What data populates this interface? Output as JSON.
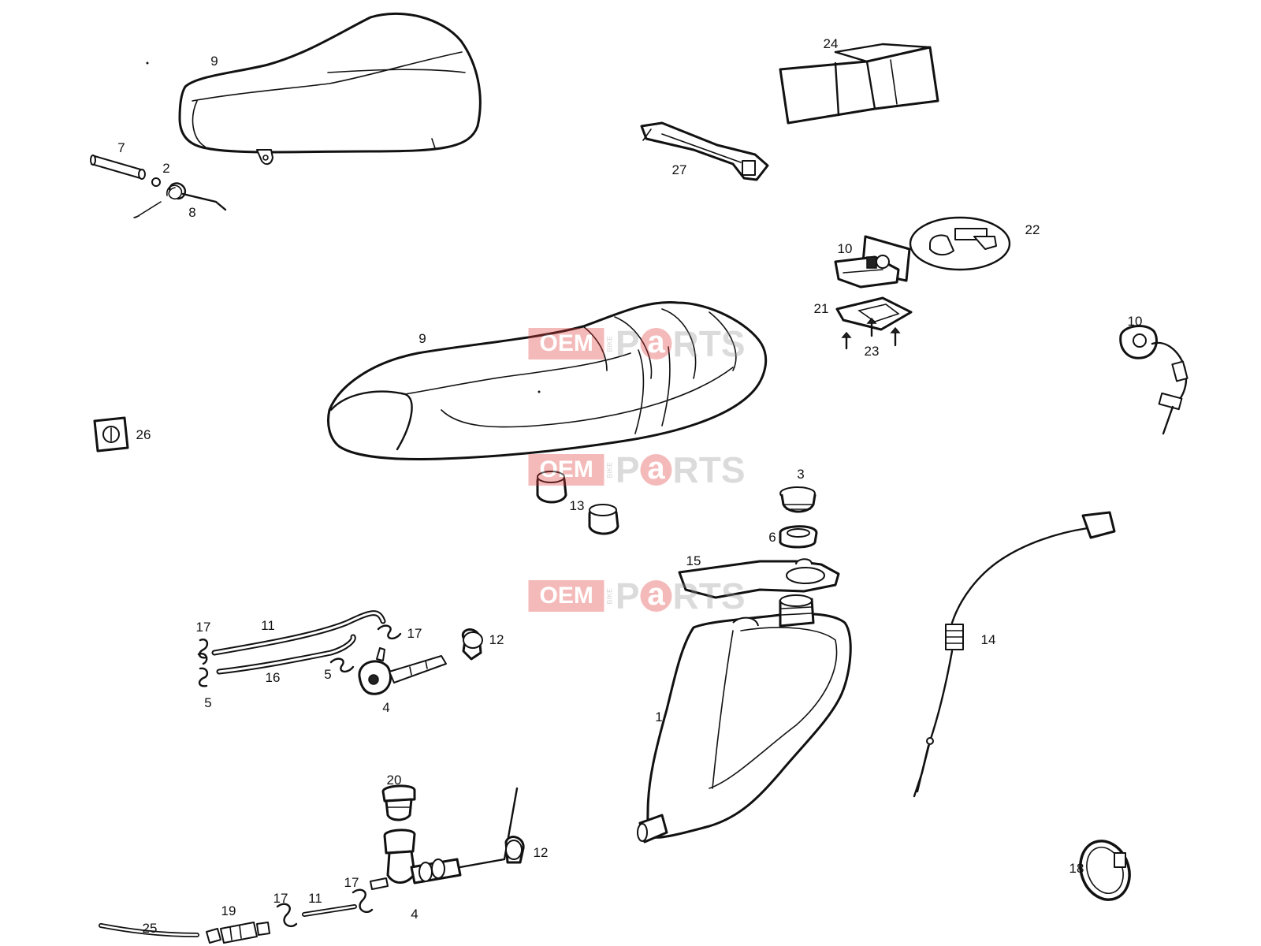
{
  "watermark": {
    "oem": "OEM",
    "bike": "BIKE",
    "p": "P",
    "a": "a",
    "rts": "RTS"
  },
  "callouts": [
    {
      "id": "seat-top",
      "text": "9"
    },
    {
      "id": "pin",
      "text": "7"
    },
    {
      "id": "washer",
      "text": "2"
    },
    {
      "id": "spring",
      "text": "8"
    },
    {
      "id": "battery",
      "text": "24"
    },
    {
      "id": "battery-strap",
      "text": "27"
    },
    {
      "id": "lock",
      "text": "10"
    },
    {
      "id": "key-set",
      "text": "22"
    },
    {
      "id": "lock-plate",
      "text": "21"
    },
    {
      "id": "screws",
      "text": "23"
    },
    {
      "id": "ignition-switch",
      "text": "10"
    },
    {
      "id": "seat-main",
      "text": "9"
    },
    {
      "id": "cover-plug",
      "text": "26"
    },
    {
      "id": "fuel-cap",
      "text": "3"
    },
    {
      "id": "rubber-buffers",
      "text": "13"
    },
    {
      "id": "ring-nut",
      "text": "6"
    },
    {
      "id": "tank-gasket",
      "text": "15"
    },
    {
      "id": "clip-left",
      "text": "17"
    },
    {
      "id": "hose-upper",
      "text": "11"
    },
    {
      "id": "clip-right",
      "text": "17"
    },
    {
      "id": "clamp-upper",
      "text": "12"
    },
    {
      "id": "hose-16",
      "text": "16"
    },
    {
      "id": "clip-mid",
      "text": "5"
    },
    {
      "id": "clip-lower-left",
      "text": "5"
    },
    {
      "id": "fuel-tap-upper",
      "text": "4"
    },
    {
      "id": "fuel-tank",
      "text": "1"
    },
    {
      "id": "level-sensor",
      "text": "14"
    },
    {
      "id": "filter-cap",
      "text": "20"
    },
    {
      "id": "clamp-lower",
      "text": "12"
    },
    {
      "id": "clip-a",
      "text": "17"
    },
    {
      "id": "hose-lower",
      "text": "11"
    },
    {
      "id": "clip-b",
      "text": "17"
    },
    {
      "id": "fuel-filter",
      "text": "19"
    },
    {
      "id": "fuel-tap-lower",
      "text": "4"
    },
    {
      "id": "hose-25",
      "text": "25"
    },
    {
      "id": "hose-clamp",
      "text": "18"
    }
  ]
}
